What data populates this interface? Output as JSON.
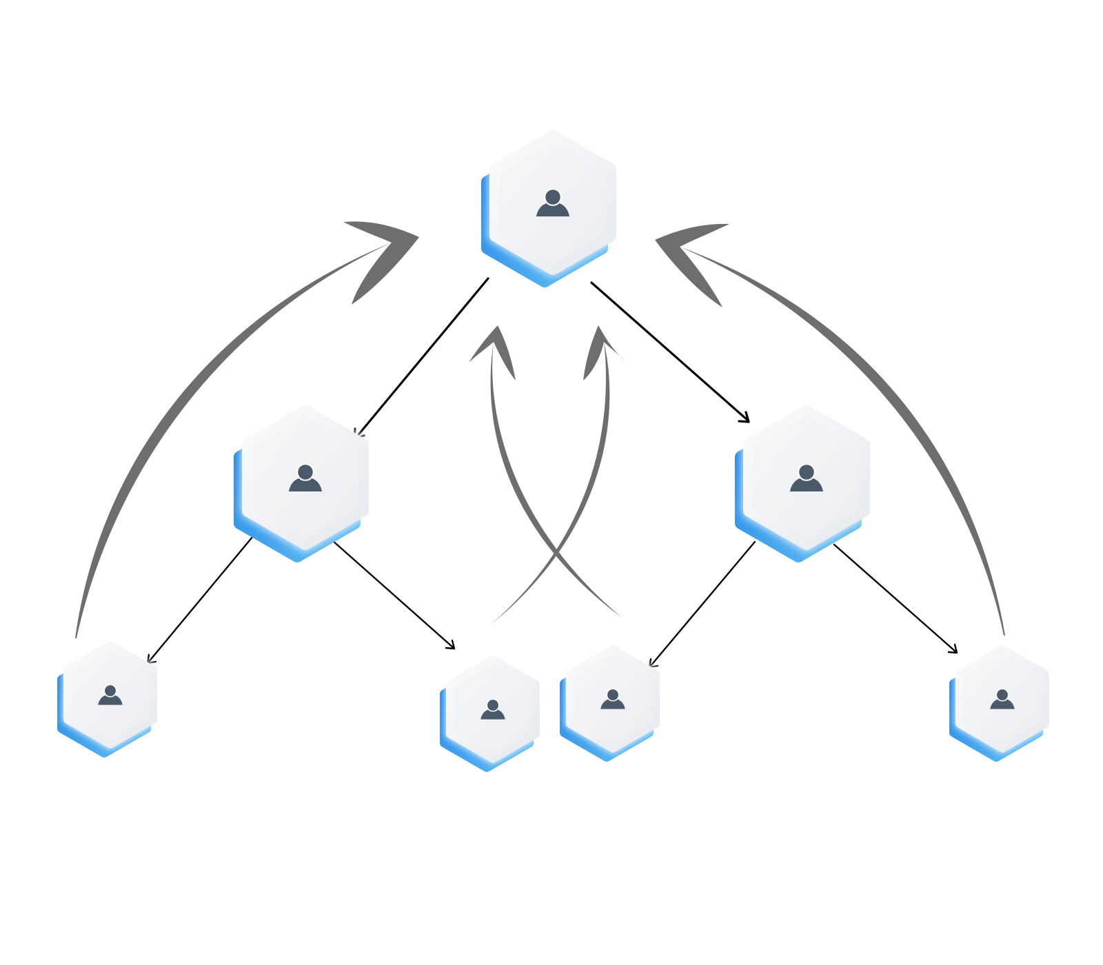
{
  "diagram": {
    "type": "hierarchy-with-feedback",
    "colors": {
      "node_accent": "#2b8ae5",
      "node_accent_light": "#5bb6f0",
      "node_face": "#eef0f3",
      "node_face_edge": "#dfe3e8",
      "person_icon": "#4a5a6a",
      "downward_arrow": "#000000",
      "feedback_arrow": "#6e6e6e"
    },
    "nodes": [
      {
        "id": "top",
        "icon": "person-icon",
        "level": 1,
        "children": [
          "mid-left",
          "mid-right"
        ]
      },
      {
        "id": "mid-left",
        "icon": "person-icon",
        "level": 2,
        "children": [
          "bottom-1",
          "bottom-2"
        ]
      },
      {
        "id": "mid-right",
        "icon": "person-icon",
        "level": 2,
        "children": [
          "bottom-3",
          "bottom-4"
        ]
      },
      {
        "id": "bottom-1",
        "icon": "person-icon",
        "level": 3,
        "children": []
      },
      {
        "id": "bottom-2",
        "icon": "person-icon",
        "level": 3,
        "children": []
      },
      {
        "id": "bottom-3",
        "icon": "person-icon",
        "level": 3,
        "children": []
      },
      {
        "id": "bottom-4",
        "icon": "person-icon",
        "level": 3,
        "children": []
      }
    ],
    "downward_arrows": [
      {
        "from": "top",
        "to": "mid-left"
      },
      {
        "from": "top",
        "to": "mid-right"
      },
      {
        "from": "mid-left",
        "to": "bottom-1"
      },
      {
        "from": "mid-left",
        "to": "bottom-2"
      },
      {
        "from": "mid-right",
        "to": "bottom-3"
      },
      {
        "from": "mid-right",
        "to": "bottom-4"
      }
    ],
    "feedback_arrows": [
      {
        "from": "bottom-1",
        "to": "top"
      },
      {
        "from": "bottom-2",
        "to": "top"
      },
      {
        "from": "bottom-3",
        "to": "top"
      },
      {
        "from": "bottom-4",
        "to": "top"
      }
    ]
  }
}
